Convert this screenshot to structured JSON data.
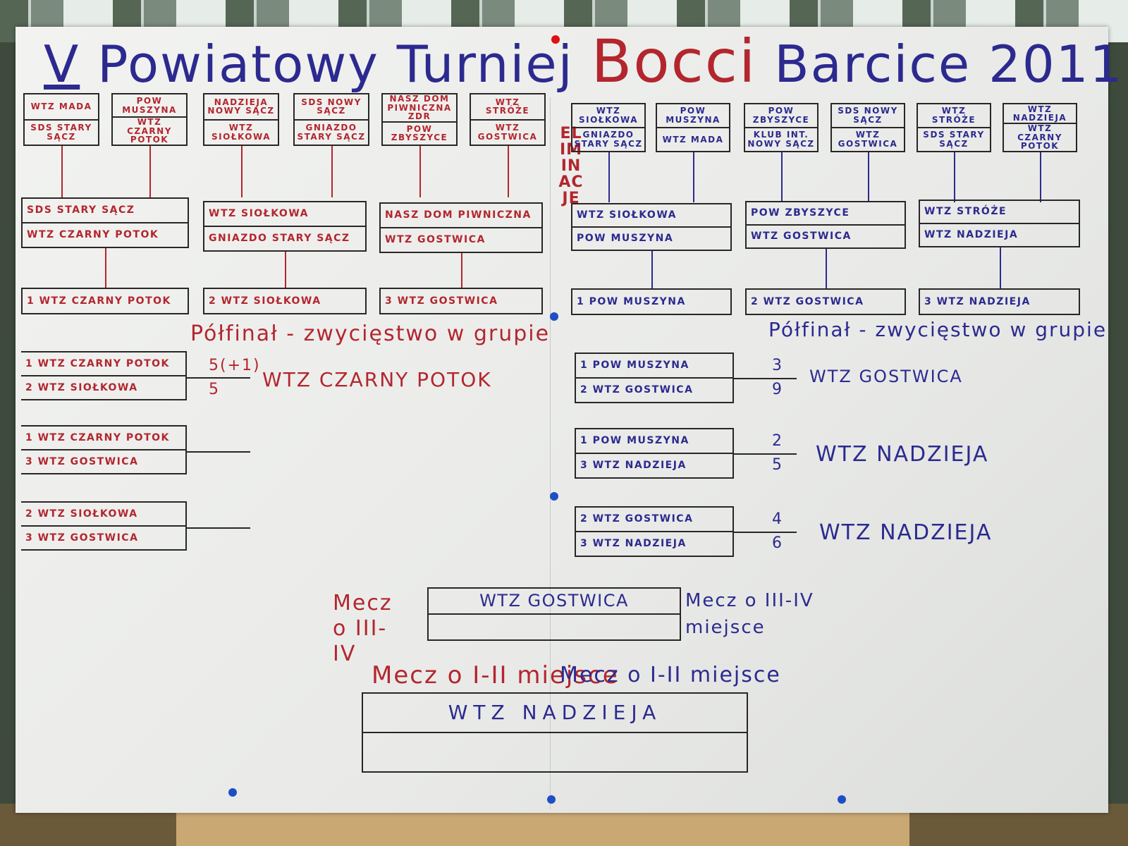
{
  "title": {
    "numeral": "V",
    "part1": "Powiatowy Turniej",
    "part2": "Bocci",
    "part3": "Barcice 2011"
  },
  "eliminations_label": "ELIMINACJE",
  "round1_left": [
    [
      "WTZ MADA",
      "SDS STARY SĄCZ"
    ],
    [
      "POW MUSZYNA",
      "WTZ CZARNY POTOK"
    ],
    [
      "NADZIEJA NOWY SĄCZ",
      "WTZ SIOŁKOWA"
    ],
    [
      "SDS NOWY SĄCZ",
      "GNIAZDO STARY SĄCZ"
    ],
    [
      "NASZ DOM PIWNICZNA ZDR",
      "POW ZBYSZYCE"
    ],
    [
      "WTZ STRÓŻE",
      "WTZ GOSTWICA"
    ]
  ],
  "round1_right": [
    [
      "WTZ SIOŁKOWA",
      "GNIAZDO STARY SĄCZ"
    ],
    [
      "POW MUSZYNA",
      "WTZ MADA"
    ],
    [
      "POW ZBYSZYCE",
      "KLUB INT. NOWY SĄCZ"
    ],
    [
      "SDS NOWY SĄCZ",
      "WTZ GOSTWICA"
    ],
    [
      "WTZ STRÓŻE",
      "SDS STARY SĄCZ"
    ],
    [
      "WTZ NADZIEJA",
      "WTZ CZARNY POTOK"
    ]
  ],
  "round2_left": [
    [
      "SDS STARY SĄCZ",
      "WTZ CZARNY POTOK"
    ],
    [
      "WTZ SIOŁKOWA",
      "GNIAZDO STARY SĄCZ"
    ],
    [
      "NASZ DOM PIWNICZNA",
      "WTZ GOSTWICA"
    ]
  ],
  "round2_right": [
    [
      "WTZ SIOŁKOWA",
      "POW MUSZYNA"
    ],
    [
      "POW ZBYSZYCE",
      "WTZ GOSTWICA"
    ],
    [
      "WTZ STRÓŻE",
      "WTZ NADZIEJA"
    ]
  ],
  "group_winners_left": [
    "1 WTZ CZARNY POTOK",
    "2 WTZ SIOŁKOWA",
    "3 WTZ GOSTWICA"
  ],
  "group_winners_right": [
    "1 POW MUSZYNA",
    "2 WTZ GOSTWICA",
    "3 WTZ NADZIEJA"
  ],
  "semifinal_heading_left": "Półfinał - zwycięstwo w grupie",
  "semifinal_heading_right": "Półfinał - zwycięstwo w grupie",
  "semis_left": [
    {
      "teams": [
        "1 WTZ CZARNY POTOK",
        "2 WTZ SIOŁKOWA"
      ],
      "scores": [
        "5(+1)",
        "5"
      ],
      "winner": "WTZ CZARNY POTOK"
    },
    {
      "teams": [
        "1 WTZ CZARNY POTOK",
        "3 WTZ GOSTWICA"
      ],
      "scores": [
        "",
        ""
      ],
      "winner": ""
    },
    {
      "teams": [
        "2 WTZ SIOŁKOWA",
        "3 WTZ GOSTWICA"
      ],
      "scores": [
        "",
        ""
      ],
      "winner": ""
    }
  ],
  "semis_right": [
    {
      "teams": [
        "1 POW MUSZYNA",
        "2 WTZ GOSTWICA"
      ],
      "scores": [
        "3",
        "9"
      ],
      "winner": "WTZ GOSTWICA"
    },
    {
      "teams": [
        "1 POW MUSZYNA",
        "3 WTZ NADZIEJA"
      ],
      "scores": [
        "2",
        "5"
      ],
      "winner": "WTZ NADZIEJA"
    },
    {
      "teams": [
        "2 WTZ GOSTWICA",
        "3 WTZ NADZIEJA"
      ],
      "scores": [
        "4",
        "6"
      ],
      "winner": "WTZ NADZIEJA"
    }
  ],
  "third_place": {
    "label_left": "Mecz o III-IV",
    "label_right": "Mecz o III-IV miejsce",
    "teams": [
      "WTZ GOSTWICA",
      ""
    ]
  },
  "final": {
    "label_left": "Mecz o I-II miejsce",
    "label_right": "Mecz o I-II miejsce",
    "teams": [
      "WTZ NADZIEJA",
      ""
    ]
  },
  "colors": {
    "left": "#b3262e",
    "right": "#2c2a8f"
  }
}
